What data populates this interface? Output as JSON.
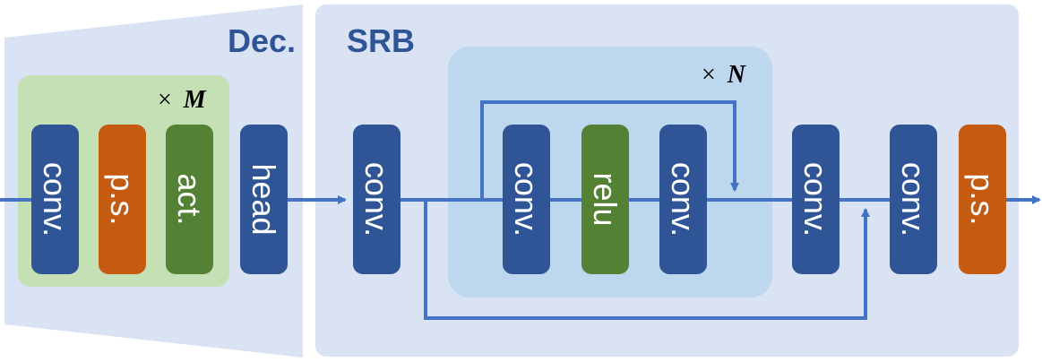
{
  "colors": {
    "blue": "#2f5597",
    "orange": "#c55a11",
    "green": "#548235",
    "arrow": "#4472c4",
    "dec_bg": "#dae3f3",
    "srb_bg": "#dae3f3",
    "repeat_m_bg": "#c5e0b4",
    "repeat_n_bg": "#bdd7ee",
    "section_label": "#2f5597"
  },
  "decoder": {
    "label": "Dec.",
    "repeat_label": "× M",
    "repeat_symbol": "×",
    "repeat_var": "M",
    "blocks": [
      {
        "name": "conv-block-dec",
        "label": "conv.",
        "color": "blue"
      },
      {
        "name": "ps-block-dec",
        "label": "p.s.",
        "color": "orange"
      },
      {
        "name": "act-block-dec",
        "label": "act.",
        "color": "green"
      }
    ],
    "head": {
      "label": "head",
      "color": "blue"
    }
  },
  "srb": {
    "label": "SRB",
    "repeat_label": "× N",
    "repeat_symbol": "×",
    "repeat_var": "N",
    "blocks": {
      "conv_in": "conv.",
      "inner_conv_1": "conv.",
      "relu": "relu",
      "inner_conv_2": "conv.",
      "conv_after": "conv.",
      "conv_out": "conv.",
      "ps_out": "p.s."
    }
  }
}
